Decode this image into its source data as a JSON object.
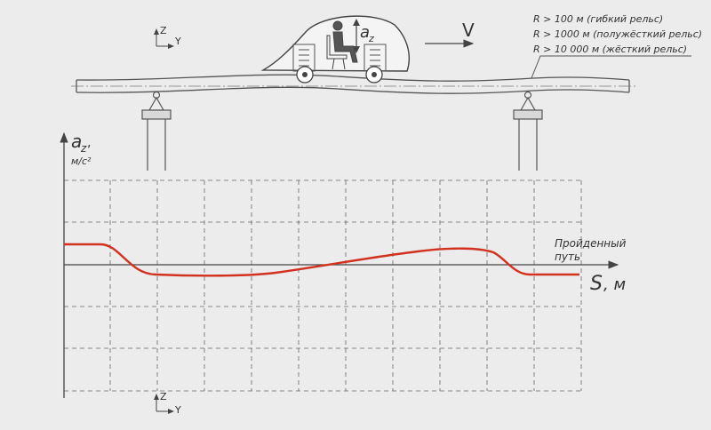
{
  "speed_label": "V",
  "car_accel_label": "a",
  "car_accel_sub": "z",
  "axis_z": "Z",
  "axis_y": "Y",
  "radius_notes": [
    "R > 100 м (гибкий рельс)",
    "R > 1000 м (полужёсткий рельс)",
    "R > 10 000 м (жёсткий рельс)"
  ],
  "graph": {
    "y_label": "a",
    "y_label_sub": "z",
    "y_label_comma": ",",
    "y_unit": "м/с²",
    "x_label_line1": "Пройденный",
    "x_label_line2": "путь",
    "x_symbol": "S",
    "x_unit": ", м"
  },
  "colors": {
    "background": "#ececec",
    "ink": "#444444",
    "curve": "#d3311f",
    "grid": "#666666"
  }
}
